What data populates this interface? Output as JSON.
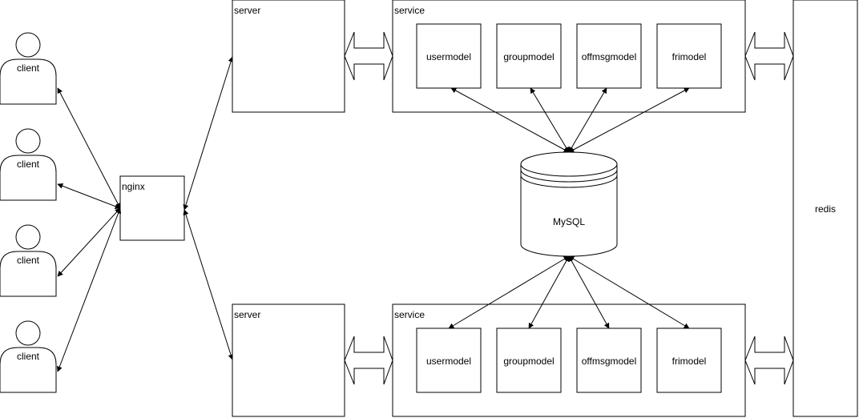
{
  "clients": [
    {
      "label": "client"
    },
    {
      "label": "client"
    },
    {
      "label": "client"
    },
    {
      "label": "client"
    }
  ],
  "nginx": {
    "label": "nginx"
  },
  "servers": [
    {
      "label": "server"
    },
    {
      "label": "server"
    }
  ],
  "services": [
    {
      "label": "service",
      "models": [
        "usermodel",
        "groupmodel",
        "offmsgmodel",
        "frimodel"
      ]
    },
    {
      "label": "service",
      "models": [
        "usermodel",
        "groupmodel",
        "offmsgmodel",
        "frimodel"
      ]
    }
  ],
  "database": {
    "label": "MySQL"
  },
  "redis": {
    "label": "redis"
  }
}
